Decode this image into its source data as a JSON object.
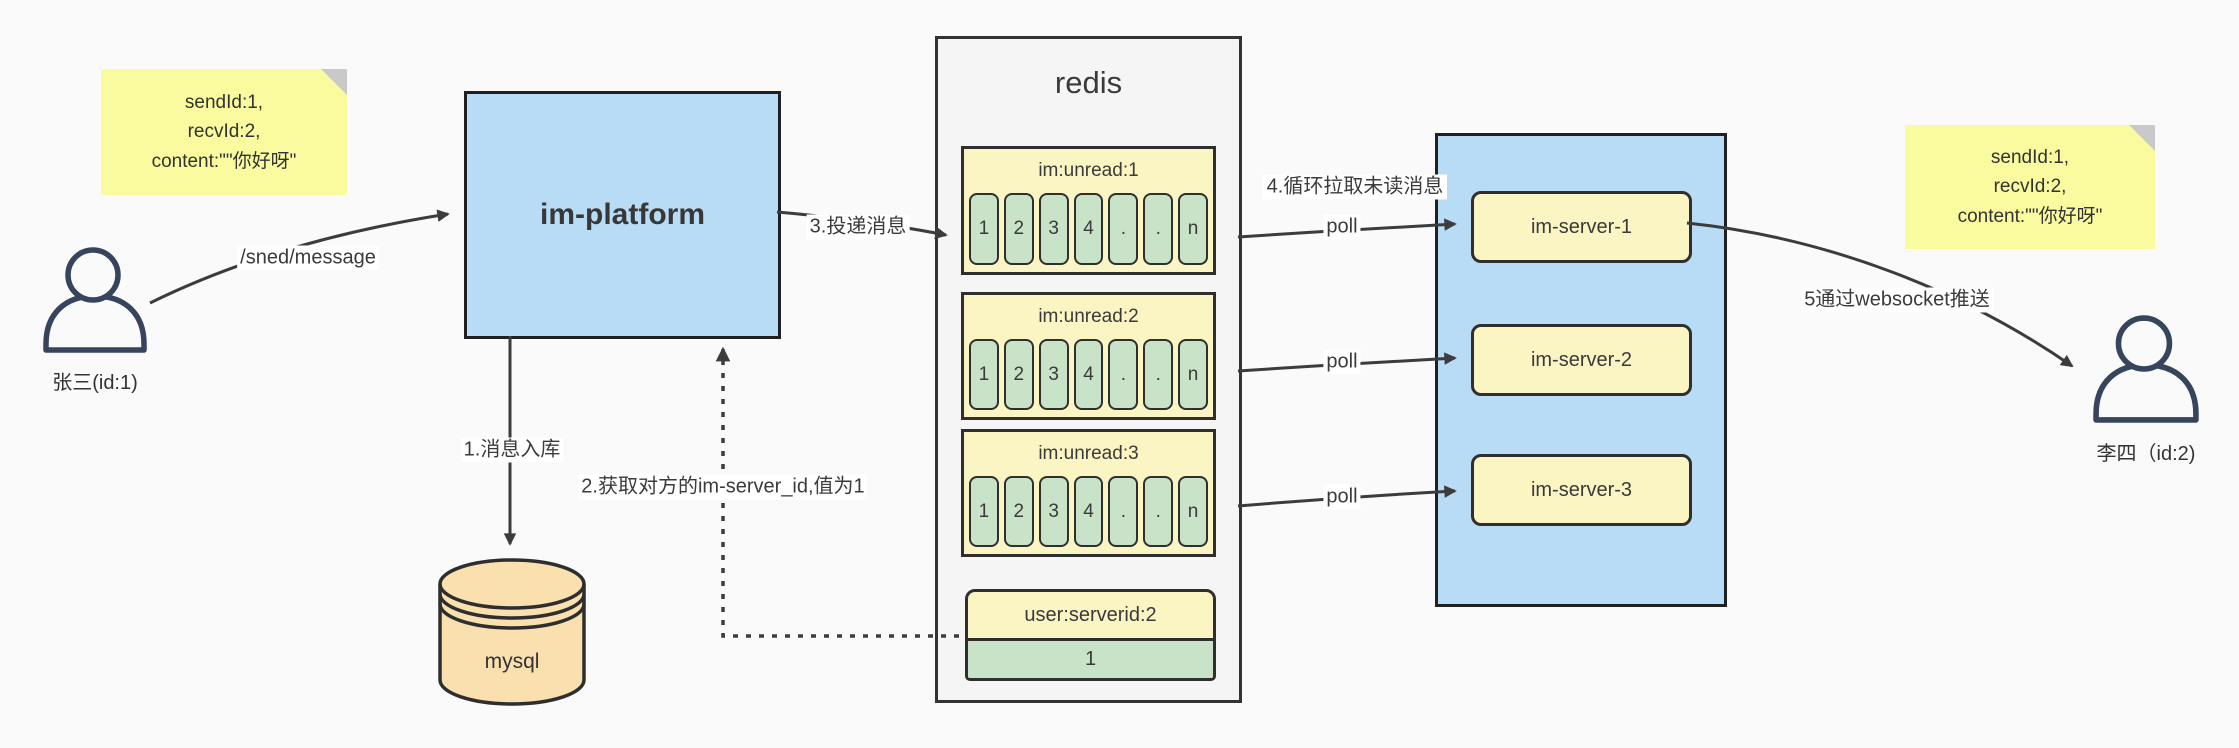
{
  "palette": {
    "background": "#fafafa",
    "line": "#3c3c3c",
    "blue_box": "#b9dcf6",
    "yellow_note": "#fafa9e",
    "yellow_block": "#fbf4c3",
    "green_cell": "#c9e3c8",
    "tan_db": "#fbe0af"
  },
  "note_left": {
    "text": "sendId:1,\nrecvId:2,\ncontent:\"\"你好呀\""
  },
  "note_right": {
    "text": "sendId:1,\nrecvId:2,\ncontent:\"\"你好呀\""
  },
  "actors": {
    "sender": {
      "label": "张三(id:1)",
      "icon": "person-icon"
    },
    "receiver": {
      "label": "李四（id:2)",
      "icon": "person-icon"
    }
  },
  "platform": {
    "label": "im-platform"
  },
  "database": {
    "label": "mysql",
    "icon": "database-cylinder-icon"
  },
  "redis": {
    "title": "redis",
    "blocks": [
      {
        "header": "im:unread:1",
        "cells": [
          "1",
          "2",
          "3",
          "4",
          ".",
          ".",
          "n"
        ]
      },
      {
        "header": "im:unread:2",
        "cells": [
          "1",
          "2",
          "3",
          "4",
          ".",
          ".",
          "n"
        ]
      },
      {
        "header": "im:unread:3",
        "cells": [
          "1",
          "2",
          "3",
          "4",
          ".",
          ".",
          "n"
        ]
      }
    ],
    "server_map": {
      "header": "user:serverid:2",
      "value": "1"
    }
  },
  "servers": {
    "items": [
      {
        "label": "im-server-1"
      },
      {
        "label": "im-server-2"
      },
      {
        "label": "im-server-3"
      }
    ]
  },
  "edges": {
    "send_path": "/sned/message",
    "step1": "1.消息入库",
    "step2": "2.获取对方的im-server_id,值为1",
    "step3": "3.投递消息",
    "step4": "4.循环拉取未读消息",
    "poll": "poll",
    "step5": "5通过websocket推送"
  }
}
